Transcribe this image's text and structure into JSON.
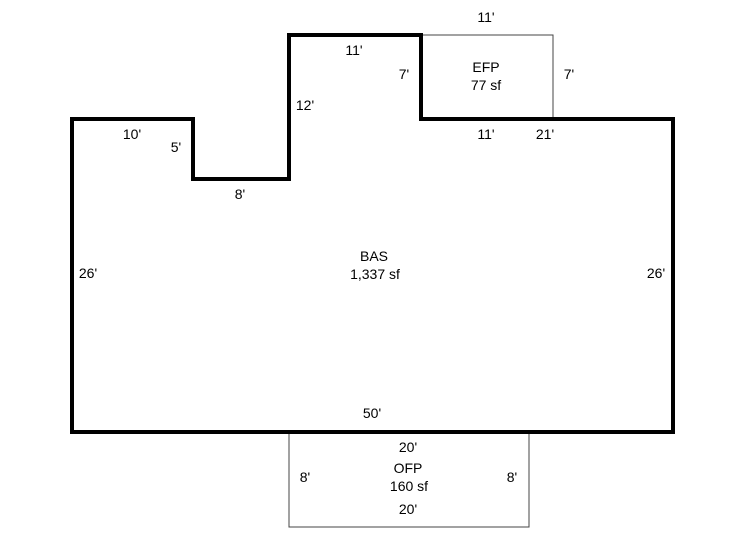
{
  "colors": {
    "background": "#ffffff",
    "main_outline": "#000000",
    "porch_outline": "#444444"
  },
  "areas": {
    "bas": {
      "code": "BAS",
      "area": "1,337 sf"
    },
    "efp": {
      "code": "EFP",
      "area": "77 sf"
    },
    "ofp": {
      "code": "OFP",
      "area": "160 sf"
    }
  },
  "dimensions": {
    "bas_bottom": "50'",
    "bas_left": "26'",
    "bas_right": "26'",
    "bas_top_left": "10'",
    "bas_step_down": "5'",
    "bas_step_bottom": "8'",
    "bas_riser": "12'",
    "bas_bump_top": "11'",
    "bas_bump_drop": "7'",
    "bas_bump_bottom": "11'",
    "bas_top_right": "21'",
    "efp_top": "11'",
    "efp_right": "7'",
    "ofp_top": "20'",
    "ofp_bottom": "20'",
    "ofp_left": "8'",
    "ofp_right": "8'"
  }
}
